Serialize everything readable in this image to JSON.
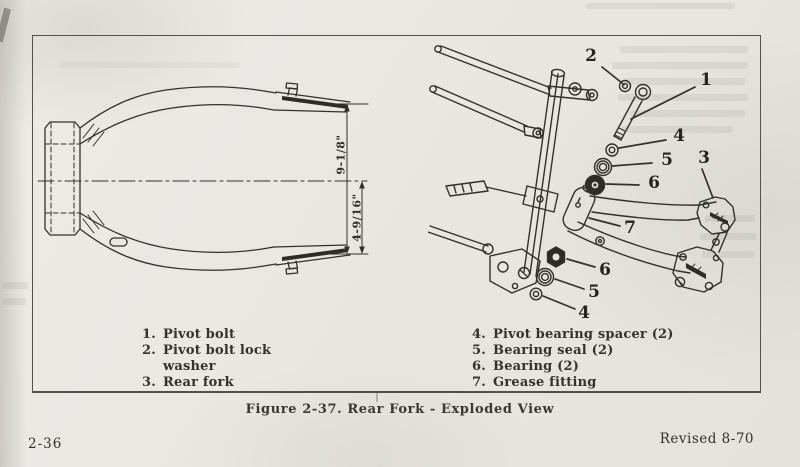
{
  "page": {
    "number": "2-36",
    "revision": "Revised 8-70"
  },
  "figure": {
    "caption": "Figure 2-37. Rear Fork - Exploded View",
    "dimensions": {
      "full_width": "9-1/8\"",
      "half_width": "4-9/16\""
    },
    "parts_left": [
      {
        "num": "1.",
        "name": "Pivot bolt"
      },
      {
        "num": "2.",
        "name": "Pivot bolt lock washer"
      },
      {
        "num": "3.",
        "name": "Rear fork"
      }
    ],
    "parts_right": [
      {
        "num": "4.",
        "name": "Pivot bearing spacer (2)"
      },
      {
        "num": "5.",
        "name": "Bearing seal (2)"
      },
      {
        "num": "6.",
        "name": "Bearing (2)"
      },
      {
        "num": "7.",
        "name": "Grease fitting"
      }
    ],
    "callouts": {
      "c1": "1",
      "c2": "2",
      "c3": "3",
      "c4": "4",
      "c5": "5",
      "c6": "6",
      "c7": "7"
    }
  }
}
